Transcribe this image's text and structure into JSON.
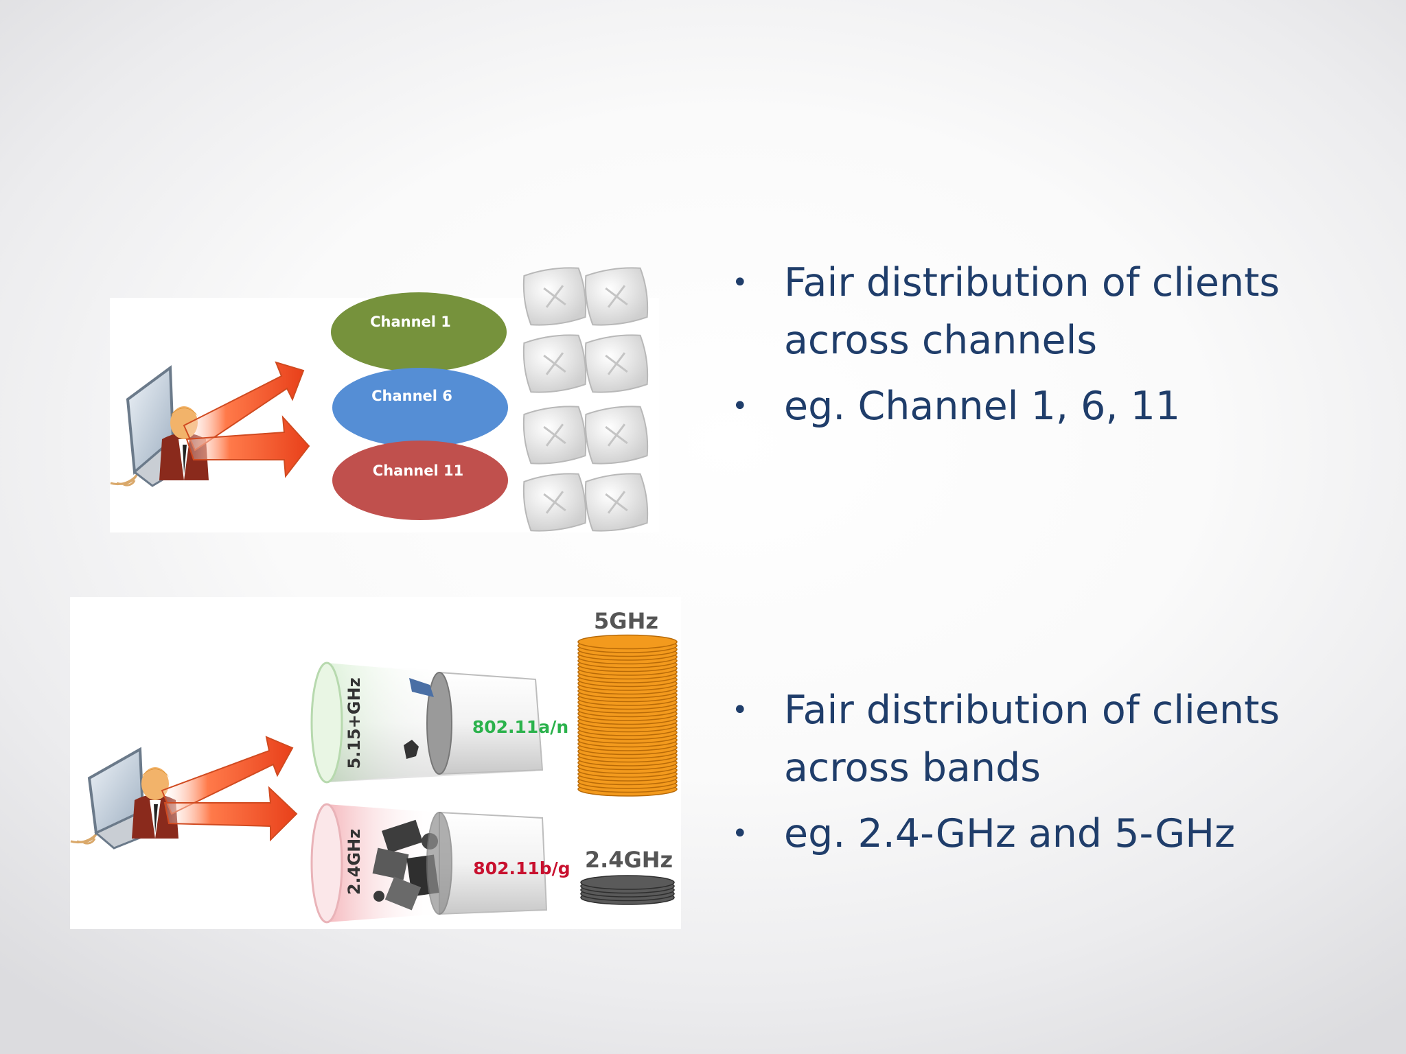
{
  "top_section": {
    "diagram": {
      "channels": [
        {
          "label": "Channel 1",
          "color": "#76923c"
        },
        {
          "label": "Channel 6",
          "color": "#558ed5"
        },
        {
          "label": "Channel 11",
          "color": "#c0504d"
        }
      ],
      "access_point_count": 8
    },
    "bullets": [
      {
        "text": "Fair distribution of clients across channels"
      },
      {
        "text": "eg. Channel 1, 6, 11"
      }
    ]
  },
  "bottom_section": {
    "diagram": {
      "pipe_5ghz_side_label": "5.15+GHz",
      "pipe_5ghz_label": "802.11a/n",
      "pipe_24ghz_side_label": "2.4GHz",
      "pipe_24ghz_label": "802.11b/g",
      "stack_5ghz_label": "5GHz",
      "stack_24ghz_label": "2.4GHz",
      "colors": {
        "label_5ghz": "#2bb24c",
        "label_24ghz": "#c8102e",
        "stack_5ghz": "#f39a1d",
        "stack_24ghz": "#5a5a5a"
      }
    },
    "bullets": [
      {
        "text": "Fair distribution of clients across bands"
      },
      {
        "text": "eg. 2.4-GHz and 5-GHz"
      }
    ]
  }
}
